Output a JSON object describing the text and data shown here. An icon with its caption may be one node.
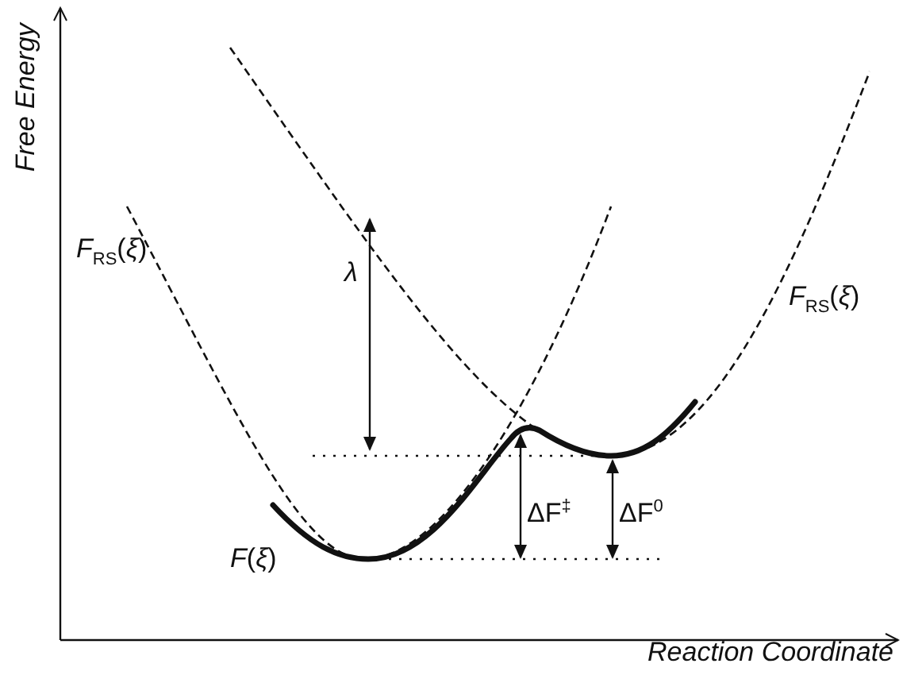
{
  "diagram": {
    "labels": [
      "*Free Energy*",
      "*F*$_{RS}$(*ξ*)",
      "*λ*",
      "*F*$_{RS}$(*ξ*)",
      "ΔF$^{‡}$",
      "ΔF$^{0}$",
      "*F*(*ξ*)",
      "*Reaction Coordinate*"
    ]
  }
}
